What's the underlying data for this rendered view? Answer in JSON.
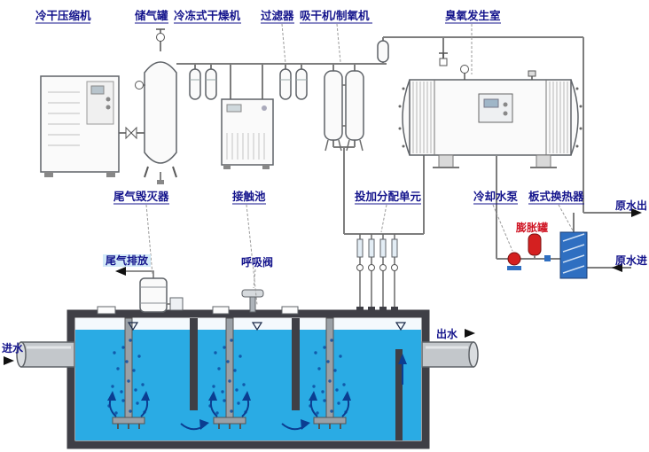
{
  "diagram": {
    "labels": {
      "compressor": "冷干压缩机",
      "gas_tank": "储气罐",
      "freeze_dryer": "冷冻式干燥机",
      "filter": "过滤器",
      "absorb_dryer": "吸干机/制氧机",
      "ozone_chamber": "臭氧发生室",
      "tail_destructor": "尾气毁灭器",
      "contact_pool": "接触池",
      "dosing_unit": "投加分配单元",
      "cooling_pump": "冷却水泵",
      "heat_exchanger": "板式换热器",
      "raw_water_out": "原水出",
      "expansion_tank": "膨胀罐",
      "raw_water_in": "原水进",
      "tail_discharge": "尾气排放",
      "breathing_valve": "呼吸阀",
      "water_in": "进水",
      "water_out": "出水"
    },
    "colors": {
      "label": "#14148c",
      "expansion": "#cf1322",
      "water": "#2aabe4",
      "wall": "#3f3f46",
      "bubble": "#0c4da2",
      "exchanger": "#2f6fc1",
      "pump": "#d42020"
    }
  }
}
